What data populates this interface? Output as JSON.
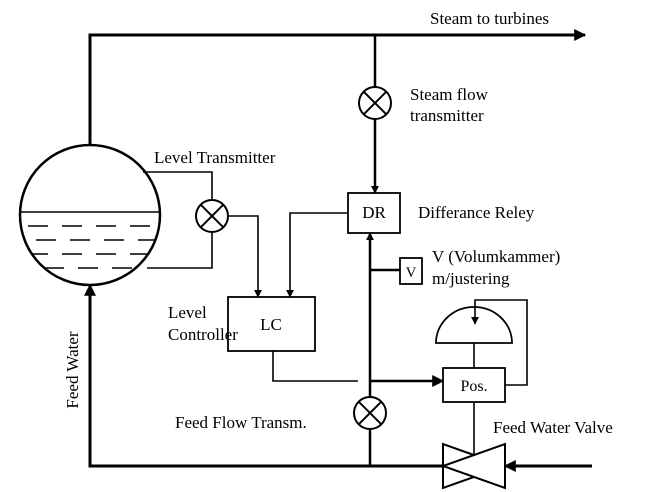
{
  "labels": {
    "steam_to_turbines": "Steam to turbines",
    "steam_flow_1": "Steam flow",
    "steam_flow_2": "transmitter",
    "level_transmitter": "Level Transmitter",
    "dr": "DR",
    "difference_relay": "Differance Reley",
    "v_box": "V",
    "volumkammer_1": "V (Volumkammer)",
    "volumkammer_2": "m/justering",
    "level_ctrl_1": "Level",
    "level_ctrl_2": "Controller",
    "lc": "LC",
    "feed_water": "Feed Water",
    "pos": "Pos.",
    "feed_flow": "Feed Flow Transm.",
    "feed_water_valve": "Feed Water Valve"
  }
}
